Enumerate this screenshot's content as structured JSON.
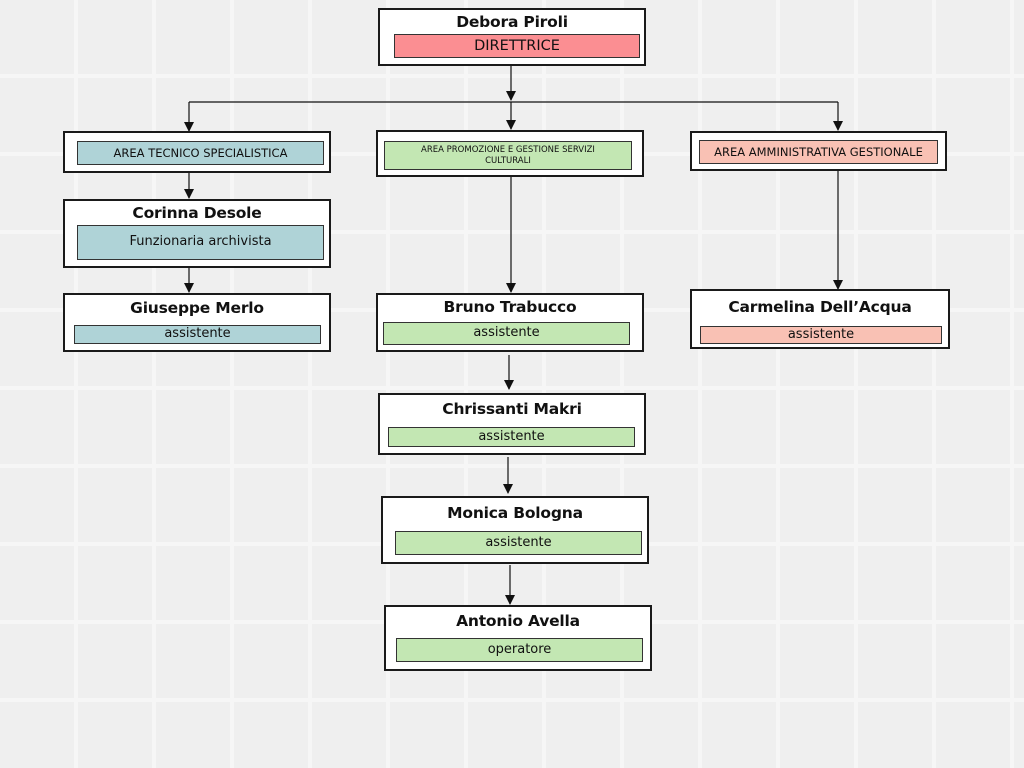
{
  "colors": {
    "director": "#fb8e92",
    "tecnico": "#afd3d7",
    "promozione": "#c3e7b3",
    "amministrativa": "#f9c1b4",
    "line": "#111111"
  },
  "director": {
    "name": "Debora Piroli",
    "role": "DIRETTRICE"
  },
  "areas": {
    "tecnico": "AREA TECNICO SPECIALISTICA",
    "promozione": "AREA PROMOZIONE E GESTIONE SERVIZI CULTURALI",
    "amministrativa": "AREA AMMINISTRATIVA GESTIONALE"
  },
  "staff": {
    "corinna": {
      "name": "Corinna Desole",
      "role": "Funzionaria archivista"
    },
    "giuseppe": {
      "name": "Giuseppe Merlo",
      "role": "assistente"
    },
    "bruno": {
      "name": "Bruno Trabucco",
      "role": "assistente"
    },
    "chrissanti": {
      "name": "Chrissanti Makri",
      "role": "assistente"
    },
    "monica": {
      "name": "Monica Bologna",
      "role": "assistente"
    },
    "antonio": {
      "name": "Antonio Avella",
      "role": "operatore"
    },
    "carmelina": {
      "name": "Carmelina Dell’Acqua",
      "role": "assistente"
    }
  }
}
